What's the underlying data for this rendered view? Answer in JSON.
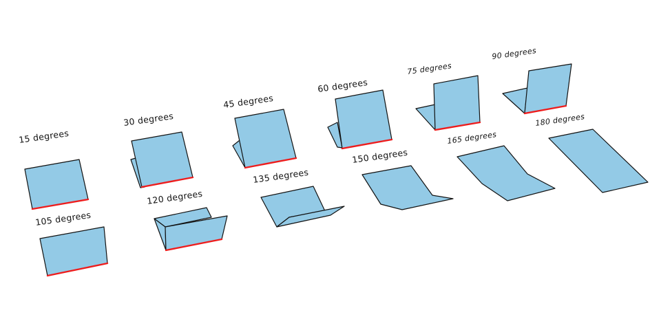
{
  "diagram": {
    "panels": [
      {
        "id": "fold-15",
        "label": "15 degrees",
        "hinge_visible": true
      },
      {
        "id": "fold-30",
        "label": "30 degrees",
        "hinge_visible": true
      },
      {
        "id": "fold-45",
        "label": "45 degrees",
        "hinge_visible": true
      },
      {
        "id": "fold-60",
        "label": "60 degrees",
        "hinge_visible": true
      },
      {
        "id": "fold-75",
        "label": "75 degrees",
        "hinge_visible": true
      },
      {
        "id": "fold-90",
        "label": "90 degrees",
        "hinge_visible": true
      },
      {
        "id": "fold-105",
        "label": "105 degrees",
        "hinge_visible": true
      },
      {
        "id": "fold-120",
        "label": "120 degrees",
        "hinge_visible": true
      },
      {
        "id": "fold-135",
        "label": "135 degrees",
        "hinge_visible": false
      },
      {
        "id": "fold-150",
        "label": "150 degrees",
        "hinge_visible": false
      },
      {
        "id": "fold-165",
        "label": "165 degrees",
        "hinge_visible": false
      },
      {
        "id": "fold-180",
        "label": "180 degrees",
        "hinge_visible": false
      }
    ],
    "colors": {
      "sheet_fill": "#93cae6",
      "outline": "#111111",
      "hinge": "#ee1c1c",
      "background": "#ffffff"
    }
  }
}
